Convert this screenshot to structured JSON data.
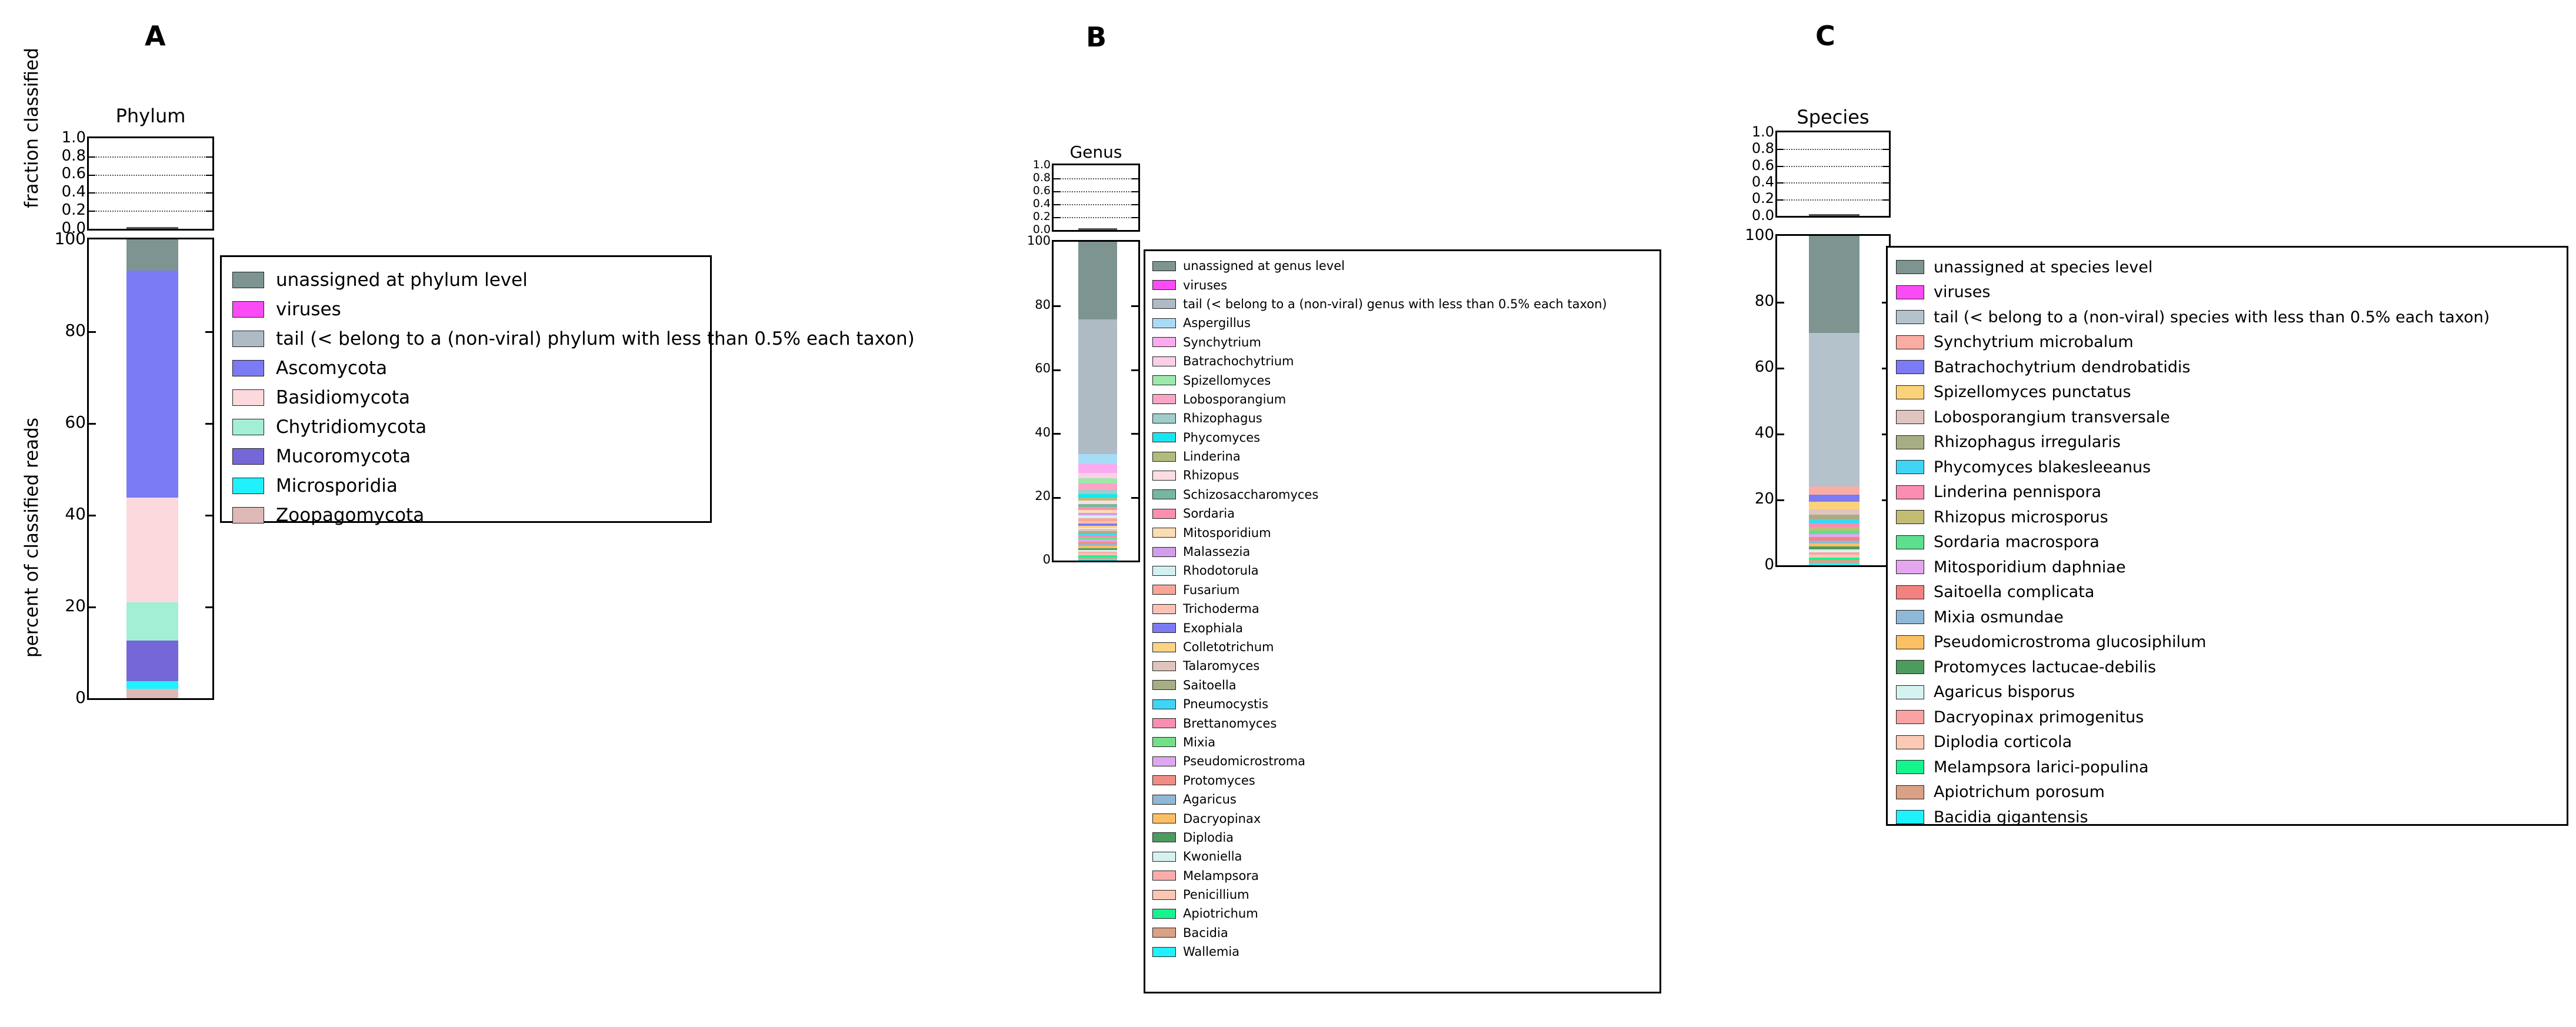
{
  "figure": {
    "ylabel_top": "fraction classified",
    "ylabel_bottom": "percent of classified reads"
  },
  "panels": [
    {
      "letter": "A",
      "title": "Phylum",
      "frac_value": 0.004
    },
    {
      "letter": "B",
      "title": "Genus",
      "frac_value": 0.004
    },
    {
      "letter": "C",
      "title": "Species",
      "frac_value": 0.004
    }
  ],
  "axis": {
    "top_ticks": [
      "1.0",
      "0.8",
      "0.6",
      "0.4",
      "0.2",
      "0.0"
    ],
    "top_tick_values": [
      1.0,
      0.8,
      0.6,
      0.4,
      0.2,
      0.0
    ],
    "bottom_ticks": [
      "100",
      "80",
      "60",
      "40",
      "20",
      "0"
    ],
    "bottom_tick_values": [
      100,
      80,
      60,
      40,
      20,
      0
    ]
  },
  "chart_data": [
    {
      "type": "bar",
      "title": "Phylum",
      "panel": "A",
      "xlabel": "",
      "ylabel": "percent of classified reads",
      "ylim": [
        0,
        100
      ],
      "grid": false,
      "legend_position": "right",
      "stacked": true,
      "categories": [
        "Phylum"
      ],
      "series": [
        {
          "name": "unassigned at phylum level",
          "color": "#7d9491",
          "value": 6.8
        },
        {
          "name": "viruses",
          "color": "#fa4bf5",
          "value": 0.0
        },
        {
          "name": "tail (< belong to a (non-viral) phylum with less than 0.5% each taxon)",
          "color": "#aebac4",
          "value": 0.0
        },
        {
          "name": "Ascomycota",
          "color": "#7b7bf5",
          "value": 49.5
        },
        {
          "name": "Basidiomycota",
          "color": "#fbd9dd",
          "value": 22.8
        },
        {
          "name": "Chytridiomycota",
          "color": "#a3efd6",
          "value": 8.3
        },
        {
          "name": "Mucoromycota",
          "color": "#7667d9",
          "value": 8.9
        },
        {
          "name": "Microsporidia",
          "color": "#1ff1ff",
          "value": 1.6
        },
        {
          "name": "Zoopagomycota",
          "color": "#dfb8b8",
          "value": 2.1
        }
      ]
    },
    {
      "type": "bar",
      "title": "Genus",
      "panel": "B",
      "xlabel": "",
      "ylabel": "percent of classified reads",
      "ylim": [
        0,
        100
      ],
      "grid": false,
      "legend_position": "right",
      "stacked": true,
      "categories": [
        "Genus"
      ],
      "series": [
        {
          "name": "unassigned at genus level",
          "color": "#7d9491",
          "value": 22.0
        },
        {
          "name": "viruses",
          "color": "#fa4bf5",
          "value": 0.0
        },
        {
          "name": "tail (< belong to a (non-viral) genus with less than 0.5% each taxon)",
          "color": "#aebac4",
          "value": 38.3
        },
        {
          "name": "Aspergillus",
          "color": "#a7dcf7",
          "value": 2.8
        },
        {
          "name": "Synchytrium",
          "color": "#fbaaf0",
          "value": 2.5
        },
        {
          "name": "Batrachochytrium",
          "color": "#fbcfe8",
          "value": 1.6
        },
        {
          "name": "Spizellomyces",
          "color": "#9fe8ab",
          "value": 1.5
        },
        {
          "name": "Lobosporangium",
          "color": "#fba5c6",
          "value": 1.6
        },
        {
          "name": "Rhizophagus",
          "color": "#9fcdcb",
          "value": 1.3
        },
        {
          "name": "Phycomyces",
          "color": "#16e6f0",
          "value": 1.0
        },
        {
          "name": "Linderina",
          "color": "#b3bb7c",
          "value": 0.9
        },
        {
          "name": "Rhizopus",
          "color": "#fbdde2",
          "value": 0.9
        },
        {
          "name": "Schizosaccharomyces",
          "color": "#78b79f",
          "value": 0.9
        },
        {
          "name": "Sordaria",
          "color": "#fb8fad",
          "value": 0.8
        },
        {
          "name": "Mitosporidium",
          "color": "#fbddb5",
          "value": 0.8
        },
        {
          "name": "Malassezia",
          "color": "#d09eea",
          "value": 0.8
        },
        {
          "name": "Rhodotorula",
          "color": "#d2f0f2",
          "value": 0.8
        },
        {
          "name": "Fusarium",
          "color": "#fba596",
          "value": 0.8
        },
        {
          "name": "Trichoderma",
          "color": "#fbc1b4",
          "value": 0.7
        },
        {
          "name": "Exophiala",
          "color": "#7b7bf5",
          "value": 0.7
        },
        {
          "name": "Colletotrichum",
          "color": "#fbd384",
          "value": 0.7
        },
        {
          "name": "Talaromyces",
          "color": "#dfc4bd",
          "value": 0.7
        },
        {
          "name": "Saitoella",
          "color": "#a8ae84",
          "value": 0.7
        },
        {
          "name": "Pneumocystis",
          "color": "#3fd6f5",
          "value": 0.6
        },
        {
          "name": "Brettanomyces",
          "color": "#fb8db2",
          "value": 0.6
        },
        {
          "name": "Mixia",
          "color": "#72e086",
          "value": 0.6
        },
        {
          "name": "Pseudomicrostroma",
          "color": "#e0a6f2",
          "value": 0.6
        },
        {
          "name": "Protomyces",
          "color": "#f28d85",
          "value": 0.6
        },
        {
          "name": "Agaricus",
          "color": "#8fb8d6",
          "value": 0.6
        },
        {
          "name": "Dacryopinax",
          "color": "#fbbf64",
          "value": 0.6
        },
        {
          "name": "Diplodia",
          "color": "#4c9c5e",
          "value": 0.5
        },
        {
          "name": "Kwoniella",
          "color": "#d6f2f0",
          "value": 0.5
        },
        {
          "name": "Melampsora",
          "color": "#fbadab",
          "value": 0.5
        },
        {
          "name": "Penicillium",
          "color": "#fbc7b4",
          "value": 0.5
        },
        {
          "name": "Apiotrichum",
          "color": "#14f58e",
          "value": 0.5
        },
        {
          "name": "Bacidia",
          "color": "#d9a185",
          "value": 0.5
        },
        {
          "name": "Wallemia",
          "color": "#1ff1ff",
          "value": 0.5
        }
      ]
    },
    {
      "type": "bar",
      "title": "Species",
      "panel": "C",
      "xlabel": "",
      "ylabel": "percent of classified reads",
      "ylim": [
        0,
        100
      ],
      "grid": false,
      "legend_position": "right",
      "stacked": true,
      "categories": [
        "Species"
      ],
      "series": [
        {
          "name": "unassigned at species level",
          "color": "#7d9491",
          "value": 29.5
        },
        {
          "name": "viruses",
          "color": "#fa4bf5",
          "value": 0.0
        },
        {
          "name": "tail (< belong to a (non-viral) species with less than 0.5% each taxon)",
          "color": "#b4c2cc",
          "value": 46.5
        },
        {
          "name": "Synchytrium microbalum",
          "color": "#fbada3",
          "value": 2.5
        },
        {
          "name": "Batrachochytrium dendrobatidis",
          "color": "#7b7bf5",
          "value": 2.2
        },
        {
          "name": "Spizellomyces punctatus",
          "color": "#fbd27a",
          "value": 2.2
        },
        {
          "name": "Lobosporangium transversale",
          "color": "#e0c4c0",
          "value": 1.7
        },
        {
          "name": "Rhizophagus irregularis",
          "color": "#a8ae84",
          "value": 1.4
        },
        {
          "name": "Phycomyces blakesleeanus",
          "color": "#3fd6f5",
          "value": 1.2
        },
        {
          "name": "Linderina pennispora",
          "color": "#fb8db2",
          "value": 1.1
        },
        {
          "name": "Rhizopus microsporus",
          "color": "#c2bd72",
          "value": 1.1
        },
        {
          "name": "Sordaria macrospora",
          "color": "#5ce08e",
          "value": 1.0
        },
        {
          "name": "Mitosporidium daphniae",
          "color": "#e4a6ef",
          "value": 1.0
        },
        {
          "name": "Saitoella complicata",
          "color": "#f2827f",
          "value": 1.0
        },
        {
          "name": "Mixia osmundae",
          "color": "#8fb8d6",
          "value": 0.9
        },
        {
          "name": "Pseudomicrostroma glucosiphilum",
          "color": "#fbbf64",
          "value": 0.9
        },
        {
          "name": "Protomyces lactucae-debilis",
          "color": "#4c9c5e",
          "value": 0.9
        },
        {
          "name": "Agaricus bisporus",
          "color": "#d6f2f0",
          "value": 0.8
        },
        {
          "name": "Dacryopinax primogenitus",
          "color": "#fba3a3",
          "value": 0.8
        },
        {
          "name": "Diplodia corticola",
          "color": "#fbcab4",
          "value": 0.8
        },
        {
          "name": "Melampsora larici-populina",
          "color": "#14f58e",
          "value": 0.8
        },
        {
          "name": "Apiotrichum porosum",
          "color": "#d9a185",
          "value": 0.8
        },
        {
          "name": "Bacidia gigantensis",
          "color": "#1ff1ff",
          "value": 0.8
        }
      ]
    }
  ]
}
